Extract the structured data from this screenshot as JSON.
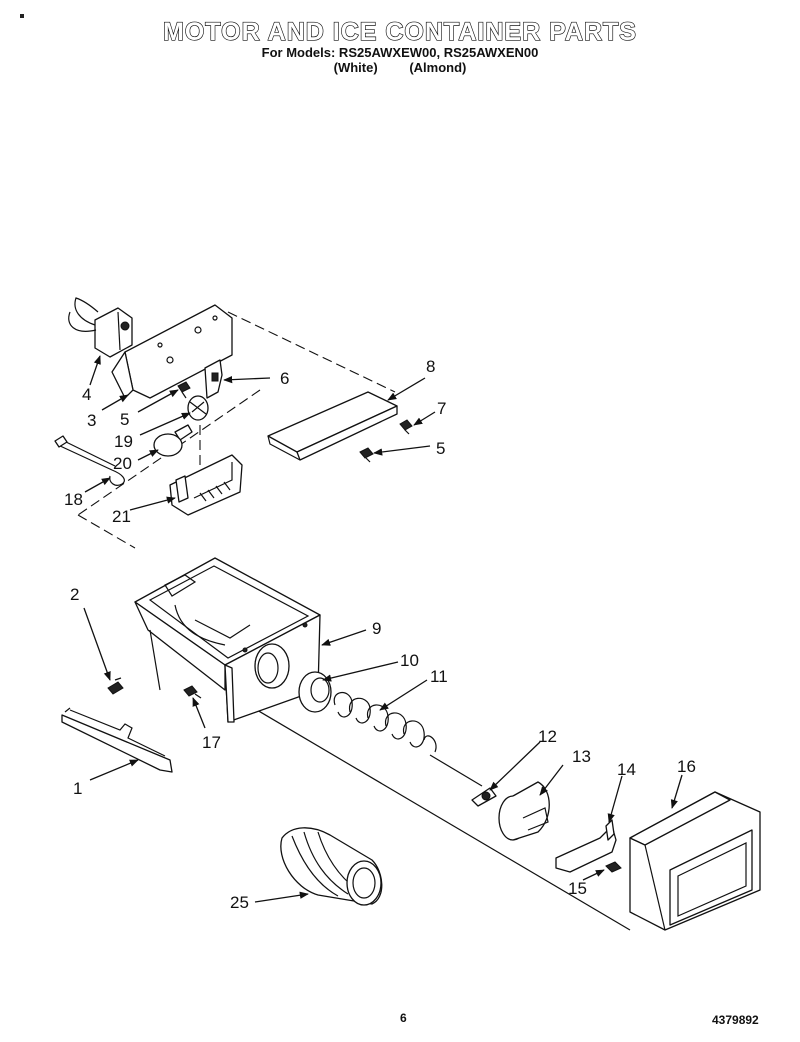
{
  "header": {
    "title": "MOTOR AND ICE CONTAINER PARTS",
    "subtitle": "For Models: RS25AWXEW00, RS25AWXEN00",
    "color_white": "(White)",
    "color_almond": "(Almond)"
  },
  "callouts": {
    "c1": "1",
    "c2": "2",
    "c3": "3",
    "c4": "4",
    "c5a": "5",
    "c5b": "5",
    "c6": "6",
    "c7": "7",
    "c8": "8",
    "c9": "9",
    "c10": "10",
    "c11": "11",
    "c12": "12",
    "c13": "13",
    "c14": "14",
    "c15": "15",
    "c16": "16",
    "c17": "17",
    "c18": "18",
    "c19": "19",
    "c20": "20",
    "c21": "21",
    "c25": "25"
  },
  "footer": {
    "page_number": "6",
    "document_number": "4379892"
  }
}
